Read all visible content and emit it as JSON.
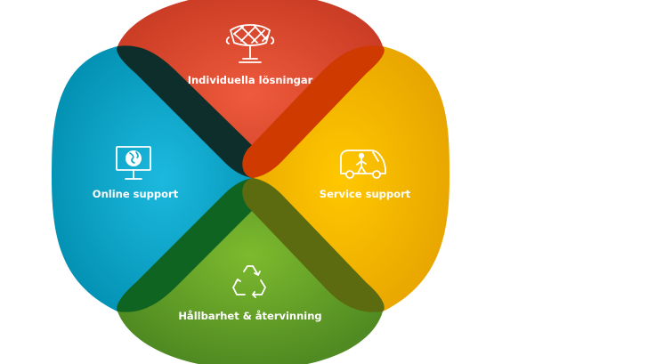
{
  "diagram": {
    "petals": {
      "top": {
        "label": "Individuella lösningar",
        "icon": "chair-icon",
        "color": "#E0492F"
      },
      "left": {
        "label": "Online support",
        "icon": "monitor-globe-icon",
        "color": "#0AA6C9"
      },
      "right": {
        "label": "Service support",
        "icon": "service-van-icon",
        "color": "#F5B800"
      },
      "bottom": {
        "label": "Hållbarhet & återvinning",
        "icon": "recycle-icon",
        "color": "#6BA82A"
      }
    }
  }
}
